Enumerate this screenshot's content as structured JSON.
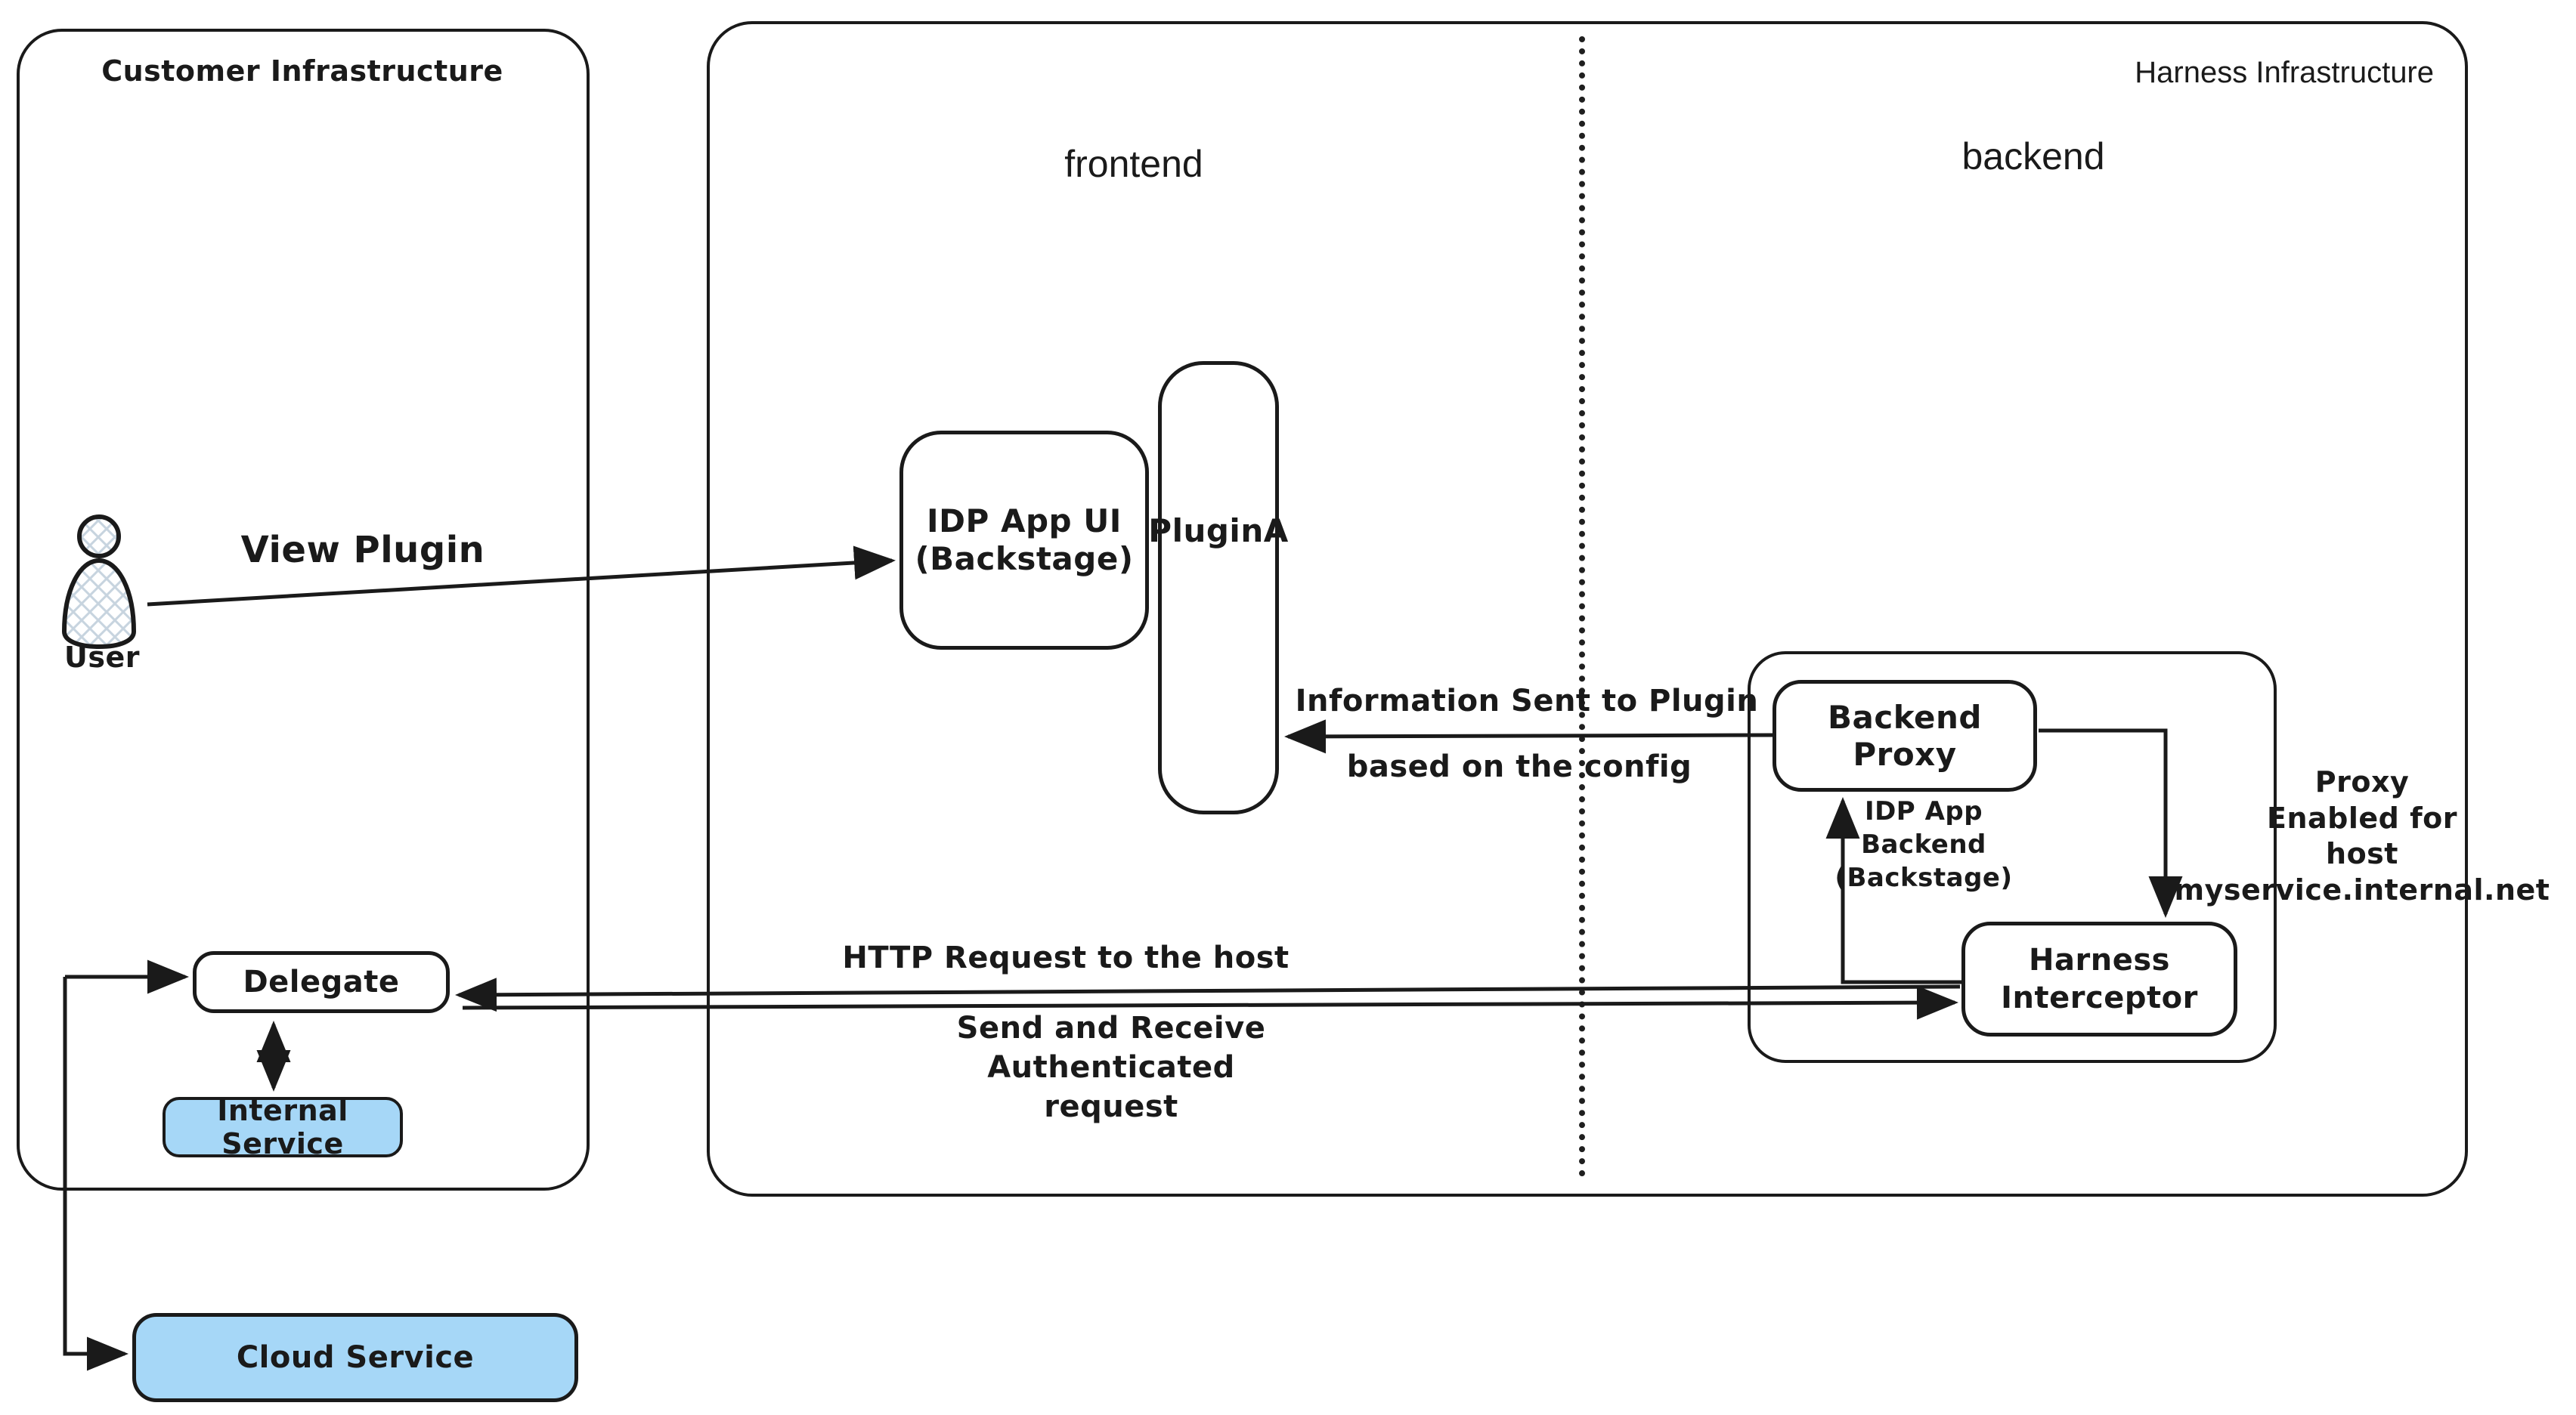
{
  "diagram": {
    "customer_title": "Customer Infrastructure",
    "harness_title": "Harness Infrastructure",
    "frontend_label": "frontend",
    "backend_label": "backend",
    "user_label": "User",
    "view_plugin": "View Plugin",
    "idp_app_ui": "IDP App UI\n(Backstage)",
    "plugin_a": "PluginA",
    "info_sent_line1": "Information Sent to Plugin",
    "info_sent_line2": "based on the config",
    "backend_proxy": "Backend Proxy",
    "idp_app_backend": "IDP App Backend\n(Backstage)",
    "harness_interceptor": "Harness\nInterceptor",
    "proxy_enabled": "Proxy\nEnabled for\nhost myservice.internal.net",
    "delegate": "Delegate",
    "internal_service": "Internal Service",
    "cloud_service": "Cloud Service",
    "http_request": "HTTP Request to the host",
    "send_receive": "Send and Receive Authenticated\nrequest",
    "colors": {
      "ink": "#1a1a1a",
      "service_blue": "#a6d7f7"
    }
  }
}
